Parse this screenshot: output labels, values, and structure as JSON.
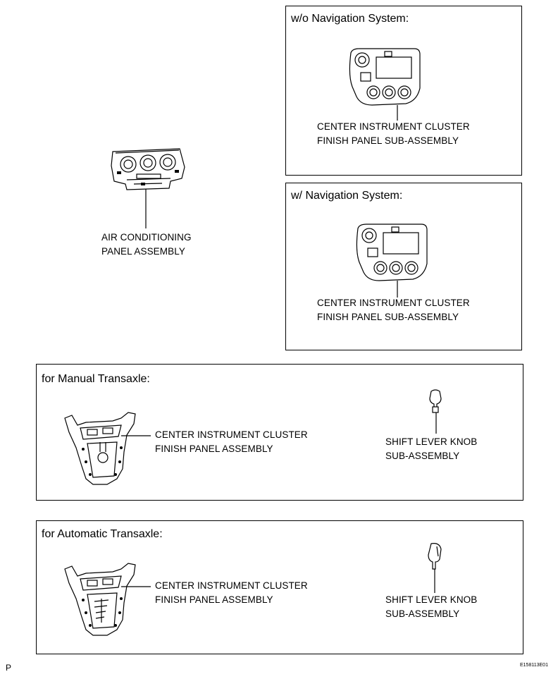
{
  "sections": {
    "wo_nav": {
      "title": "w/o Navigation System:",
      "label_line1": "CENTER INSTRUMENT CLUSTER",
      "label_line2": "FINISH PANEL SUB-ASSEMBLY"
    },
    "w_nav": {
      "title": "w/ Navigation System:",
      "label_line1": "CENTER INSTRUMENT CLUSTER",
      "label_line2": "FINISH PANEL SUB-ASSEMBLY"
    },
    "manual": {
      "title": "for Manual Transaxle:",
      "panel_line1": "CENTER INSTRUMENT CLUSTER",
      "panel_line2": "FINISH PANEL ASSEMBLY",
      "knob_line1": "SHIFT LEVER KNOB",
      "knob_line2": "SUB-ASSEMBLY"
    },
    "automatic": {
      "title": "for Automatic Transaxle:",
      "panel_line1": "CENTER INSTRUMENT CLUSTER",
      "panel_line2": "FINISH PANEL ASSEMBLY",
      "knob_line1": "SHIFT LEVER KNOB",
      "knob_line2": "SUB-ASSEMBLY"
    }
  },
  "ac_panel": {
    "line1": "AIR CONDITIONING",
    "line2": "PANEL ASSEMBLY"
  },
  "footer": {
    "left_mark": "P",
    "figure_id": "E158113E01"
  }
}
